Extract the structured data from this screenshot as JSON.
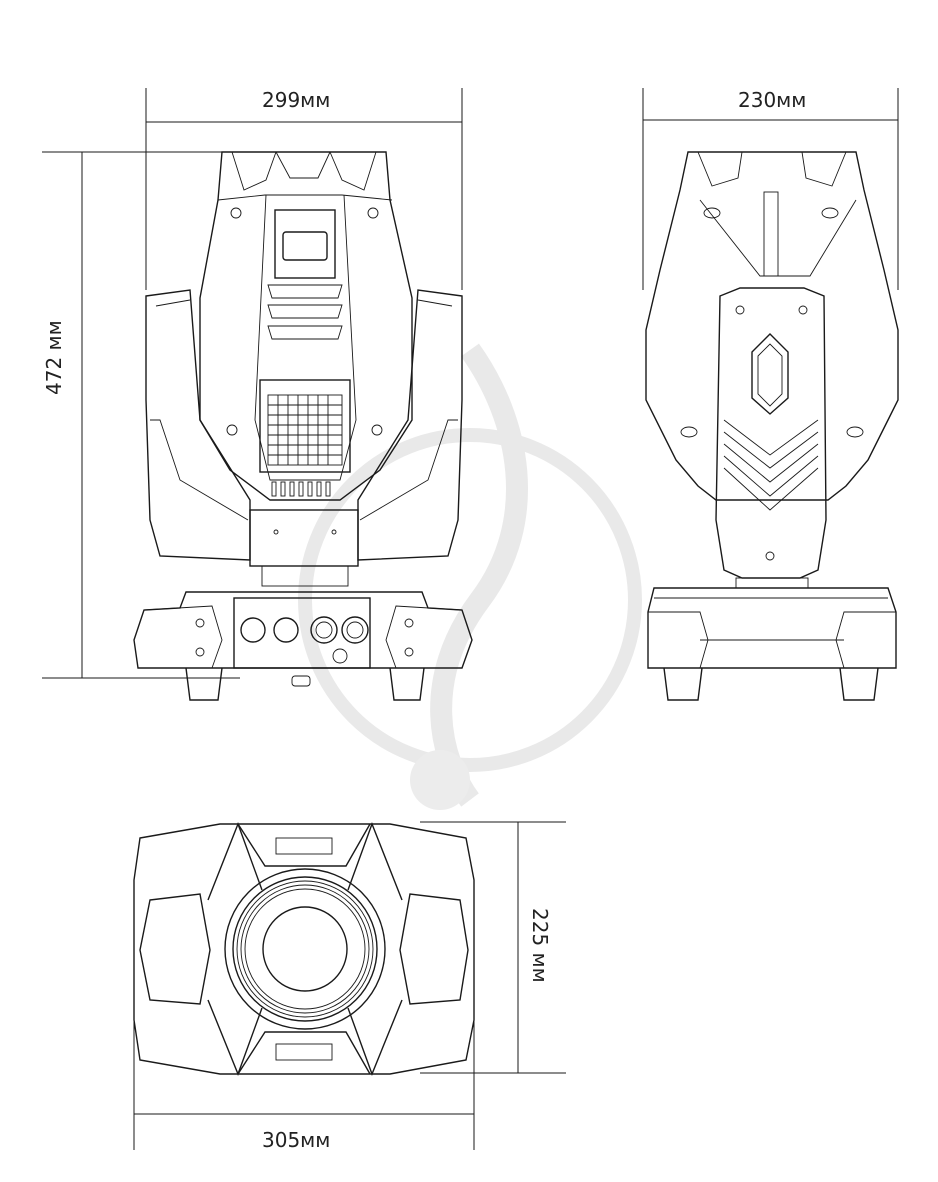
{
  "dimensions": {
    "front_width": "299мм",
    "side_width": "230мм",
    "height": "472 мм",
    "bottom_width": "305мм",
    "depth": "225 мм"
  }
}
